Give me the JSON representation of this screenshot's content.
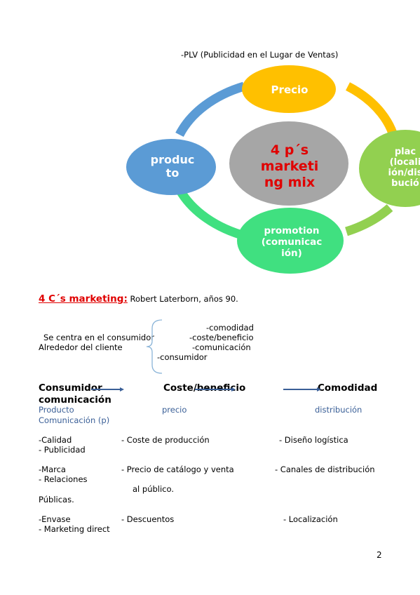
{
  "plv_note": "-PLV (Publicidad en el Lugar de Ventas)",
  "diagram": {
    "center": [
      "4 p´s",
      "marketi",
      "ng mix"
    ],
    "top": [
      "Precio"
    ],
    "left": [
      "produc",
      "to"
    ],
    "right": [
      "plac",
      "(locali",
      "ión/dis",
      "bució"
    ],
    "bottom": [
      "promotion",
      "(comunicac",
      "ión)"
    ]
  },
  "section": {
    "title": "4 C´s marketing:",
    "subtitle": " Robert Laterborn, años 90."
  },
  "consumer_block": {
    "left_line1": "Se centra en el consumidor",
    "left_line2": "Alrededor del cliente",
    "items": [
      "-comodidad",
      "-coste/beneficio",
      "-comunicación",
      "-consumidor"
    ]
  },
  "columns": {
    "headers": [
      "Consumidor",
      "Coste/beneficio",
      "Comodidad",
      "comunicación"
    ],
    "subheaders": [
      "Producto",
      "precio",
      "distribución",
      "Comunicación (p)"
    ]
  },
  "rows": [
    {
      "c1": "-Calidad",
      "c2": "- Coste de producción",
      "c3": "- Diseño logística",
      "c4": "- Publicidad"
    },
    {
      "c1": "-Marca",
      "c2": "- Precio de catálogo y venta",
      "c3": "- Canales de distribución",
      "c4": "- Relaciones"
    },
    {
      "c2b": "al público.",
      "c4b": "Públicas."
    },
    {
      "c1": "-Envase",
      "c2": "- Descuentos",
      "c3": "- Localización",
      "c4": "- Marketing direct"
    }
  ],
  "page_number": "2",
  "colors": {
    "center": "#a6a6a6",
    "top": "#ffc000",
    "left": "#5b9bd5",
    "right": "#92d050",
    "bottom": "#40e080",
    "heading_red": "#e00000",
    "link_blue": "#3a5f97"
  }
}
